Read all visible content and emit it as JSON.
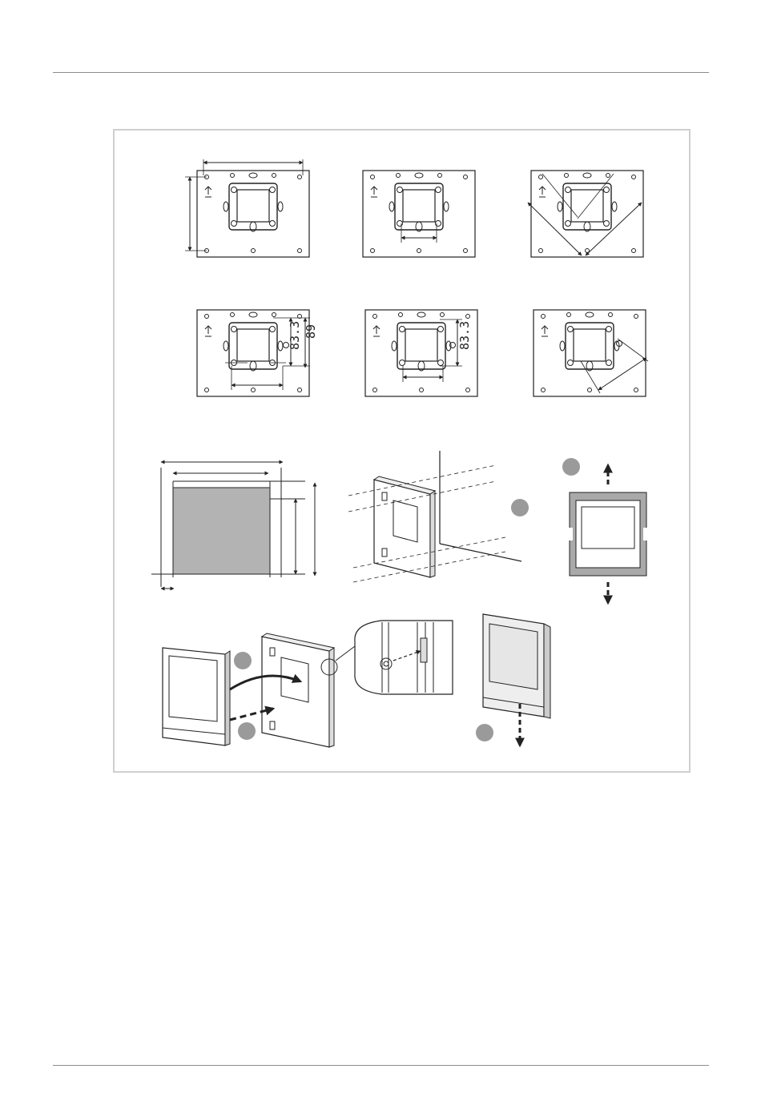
{
  "labels": {
    "dim_83_3_a": "83.3",
    "dim_89": "89",
    "dim_83_3_b": "83.3"
  },
  "colors": {
    "line": "#222222",
    "step_marker": "#9a9a9a",
    "cutout_fill": "#b3b3b3",
    "frame_fill": "#a9a9a9",
    "screen_fill": "#e6e6e6"
  }
}
